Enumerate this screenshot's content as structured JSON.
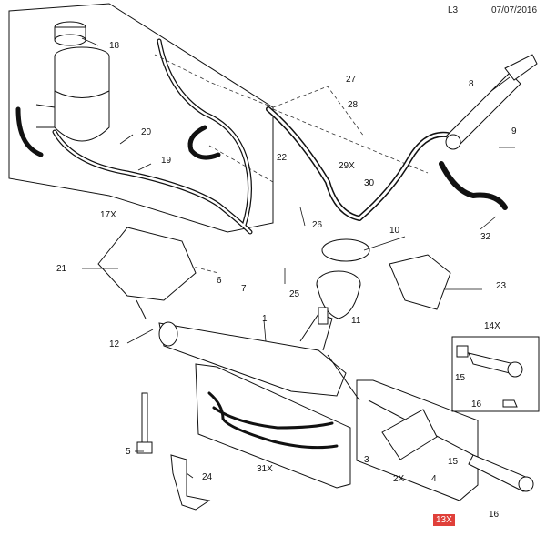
{
  "header": {
    "page_code": "L3",
    "date": "07/07/2016"
  },
  "highlight_color": "#e0403a",
  "callouts": {
    "c1": "1",
    "c2x": "2X",
    "c3": "3",
    "c4": "4",
    "c5": "5",
    "c6": "6",
    "c7": "7",
    "c8": "8",
    "c9": "9",
    "c10": "10",
    "c11": "11",
    "c12": "12",
    "c13x": "13X",
    "c14x": "14X",
    "c15a": "15",
    "c15b": "15",
    "c16a": "16",
    "c16b": "16",
    "c17x": "17X",
    "c18": "18",
    "c19": "19",
    "c20": "20",
    "c21": "21",
    "c22": "22",
    "c23": "23",
    "c24": "24",
    "c25": "25",
    "c26": "26",
    "c27": "27",
    "c28": "28",
    "c29x": "29X",
    "c30": "30",
    "c31x": "31X",
    "c32": "32"
  }
}
